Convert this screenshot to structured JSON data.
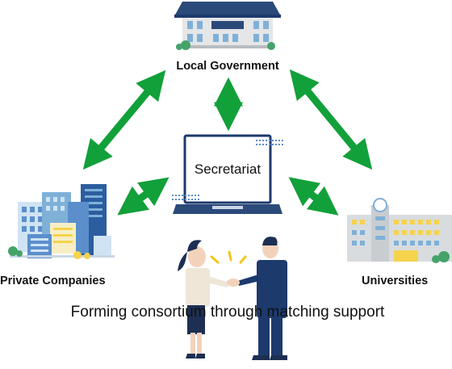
{
  "nodes": {
    "local_government": "Local Government",
    "secretariat": "Secretariat",
    "private_companies": "Private Companies",
    "universities": "Universities"
  },
  "caption": "Forming consortium through matching support",
  "colors": {
    "arrow": "#12a03a",
    "navy": "#1d3a6d",
    "roof": "#2b4a7a",
    "light_blue": "#cfe3f4",
    "grey_building": "#d9dcdf",
    "accent_yellow": "#f5d34c",
    "plant_green": "#45a36a"
  }
}
